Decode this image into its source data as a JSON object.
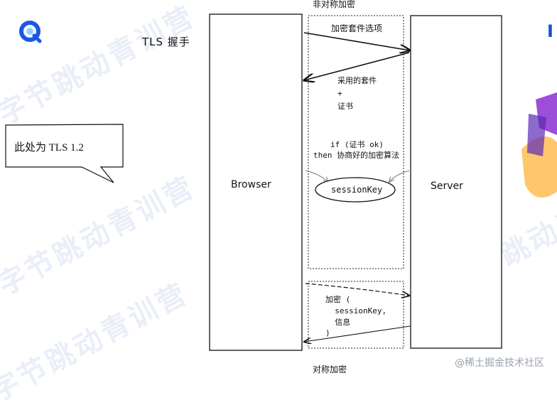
{
  "title": "TLS  握手",
  "callout": "此处为 TLS 1.2",
  "top_label": "非对称加密",
  "bottom_label": "对称加密",
  "browser_label": "Browser",
  "server_label": "Server",
  "step1_label": "加密套件选项",
  "step2_lines": [
    "采用的套件",
    "+",
    "证书"
  ],
  "condition_lines": [
    "if (证书 ok)",
    "then 协商好的加密算法"
  ],
  "session_key": "sessionKey",
  "encrypt_lines": [
    "加密 (",
    "  sessionKey,",
    "  信息",
    ")"
  ],
  "watermark_text": "字节跳动青训营",
  "brand": "@稀土掘金技术社区",
  "colors": {
    "logo": "#1a56e8",
    "accent": "#1a4fd6",
    "gray": "#9aa3ad"
  }
}
